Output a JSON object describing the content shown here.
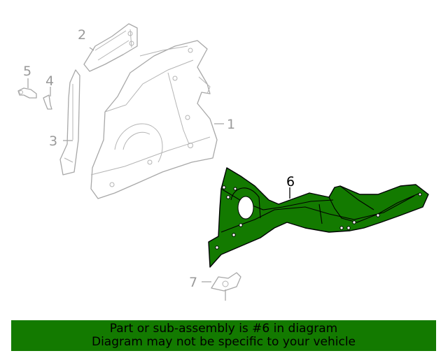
{
  "diagram": {
    "callouts": [
      "1",
      "2",
      "3",
      "4",
      "5",
      "6",
      "7"
    ],
    "highlighted_part": "6",
    "highlight_color": "#137a00",
    "outline_color": "#a8a8a8"
  },
  "banner": {
    "line1": "Part or sub-assembly is #6 in diagram",
    "line2": "Diagram may not be specific to your vehicle",
    "background": "#137a00"
  }
}
